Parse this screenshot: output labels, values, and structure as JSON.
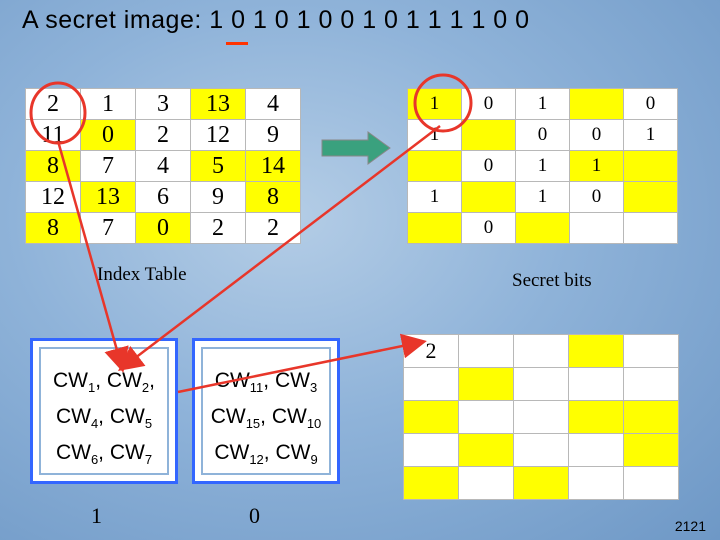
{
  "title": "A secret image:  1 0 1 0 1   0 0 1 0 1   1 1 1 0 0",
  "index_table": {
    "caption": "Index Table",
    "rows": [
      [
        {
          "v": "2",
          "y": false
        },
        {
          "v": "1",
          "y": false
        },
        {
          "v": "3",
          "y": false
        },
        {
          "v": "13",
          "y": true
        },
        {
          "v": "4",
          "y": false
        }
      ],
      [
        {
          "v": "11",
          "y": false
        },
        {
          "v": "0",
          "y": true
        },
        {
          "v": "2",
          "y": false
        },
        {
          "v": "12",
          "y": false
        },
        {
          "v": "9",
          "y": false
        }
      ],
      [
        {
          "v": "8",
          "y": true
        },
        {
          "v": "7",
          "y": false
        },
        {
          "v": "4",
          "y": false
        },
        {
          "v": "5",
          "y": true
        },
        {
          "v": "14",
          "y": true
        }
      ],
      [
        {
          "v": "12",
          "y": false
        },
        {
          "v": "13",
          "y": true
        },
        {
          "v": "6",
          "y": false
        },
        {
          "v": "9",
          "y": false
        },
        {
          "v": "8",
          "y": true
        }
      ],
      [
        {
          "v": "8",
          "y": true
        },
        {
          "v": "7",
          "y": false
        },
        {
          "v": "0",
          "y": true
        },
        {
          "v": "2",
          "y": false
        },
        {
          "v": "2",
          "y": false
        }
      ]
    ]
  },
  "secret_table": {
    "caption": "Secret bits",
    "rows": [
      [
        {
          "v": "1",
          "y": true
        },
        {
          "v": "0",
          "y": false
        },
        {
          "v": "1",
          "y": false
        },
        {
          "v": "",
          "y": true
        },
        {
          "v": "0",
          "y": false
        }
      ],
      [
        {
          "v": "1",
          "y": false
        },
        {
          "v": "",
          "y": true
        },
        {
          "v": "0",
          "y": false
        },
        {
          "v": "0",
          "y": false
        },
        {
          "v": "1",
          "y": false
        }
      ],
      [
        {
          "v": "",
          "y": true
        },
        {
          "v": "0",
          "y": false
        },
        {
          "v": "1",
          "y": false
        },
        {
          "v": "1",
          "y": true
        },
        {
          "v": "",
          "y": true
        }
      ],
      [
        {
          "v": "1",
          "y": false
        },
        {
          "v": "",
          "y": true
        },
        {
          "v": "1",
          "y": false
        },
        {
          "v": "0",
          "y": false
        },
        {
          "v": "",
          "y": true
        }
      ],
      [
        {
          "v": "",
          "y": true
        },
        {
          "v": "0",
          "y": false
        },
        {
          "v": "",
          "y": true
        },
        {
          "v": "",
          "y": false
        },
        {
          "v": "",
          "y": false
        }
      ]
    ]
  },
  "result_table": {
    "rows": [
      [
        {
          "v": "2",
          "y": false
        },
        {
          "v": "",
          "y": false
        },
        {
          "v": "",
          "y": false
        },
        {
          "v": "",
          "y": true
        },
        {
          "v": "",
          "y": false
        }
      ],
      [
        {
          "v": "",
          "y": false
        },
        {
          "v": "",
          "y": true
        },
        {
          "v": "",
          "y": false
        },
        {
          "v": "",
          "y": false
        },
        {
          "v": "",
          "y": false
        }
      ],
      [
        {
          "v": "",
          "y": true
        },
        {
          "v": "",
          "y": false
        },
        {
          "v": "",
          "y": false
        },
        {
          "v": "",
          "y": true
        },
        {
          "v": "",
          "y": true
        }
      ],
      [
        {
          "v": "",
          "y": false
        },
        {
          "v": "",
          "y": true
        },
        {
          "v": "",
          "y": false
        },
        {
          "v": "",
          "y": false
        },
        {
          "v": "",
          "y": true
        }
      ],
      [
        {
          "v": "",
          "y": true
        },
        {
          "v": "",
          "y": false
        },
        {
          "v": "",
          "y": true
        },
        {
          "v": "",
          "y": false
        },
        {
          "v": "",
          "y": false
        }
      ]
    ]
  },
  "codeword_groups": [
    {
      "lines": [
        [
          {
            "t": "CW"
          },
          {
            "s": "1"
          },
          {
            "t": ", CW"
          },
          {
            "s": "2"
          },
          {
            "t": ","
          }
        ],
        [
          {
            "t": "CW"
          },
          {
            "s": "4"
          },
          {
            "t": ", CW"
          },
          {
            "s": "5"
          }
        ],
        [
          {
            "t": "CW"
          },
          {
            "s": "6"
          },
          {
            "t": ", CW"
          },
          {
            "s": "7"
          }
        ]
      ],
      "bit": "1"
    },
    {
      "lines": [
        [
          {
            "t": "CW"
          },
          {
            "s": "11"
          },
          {
            "t": ", CW"
          },
          {
            "s": "3"
          }
        ],
        [
          {
            "t": "CW"
          },
          {
            "s": "15"
          },
          {
            "t": ", CW"
          },
          {
            "s": "10"
          }
        ],
        [
          {
            "t": "CW"
          },
          {
            "s": "12"
          },
          {
            "t": ", CW"
          },
          {
            "s": "9"
          }
        ]
      ],
      "bit": "0"
    }
  ],
  "page_number": "2121",
  "colors": {
    "highlight": "#ffff00",
    "box_border": "#3366ff",
    "arrow_green": "#3aa17e",
    "arrow_red": "#e8362a"
  }
}
